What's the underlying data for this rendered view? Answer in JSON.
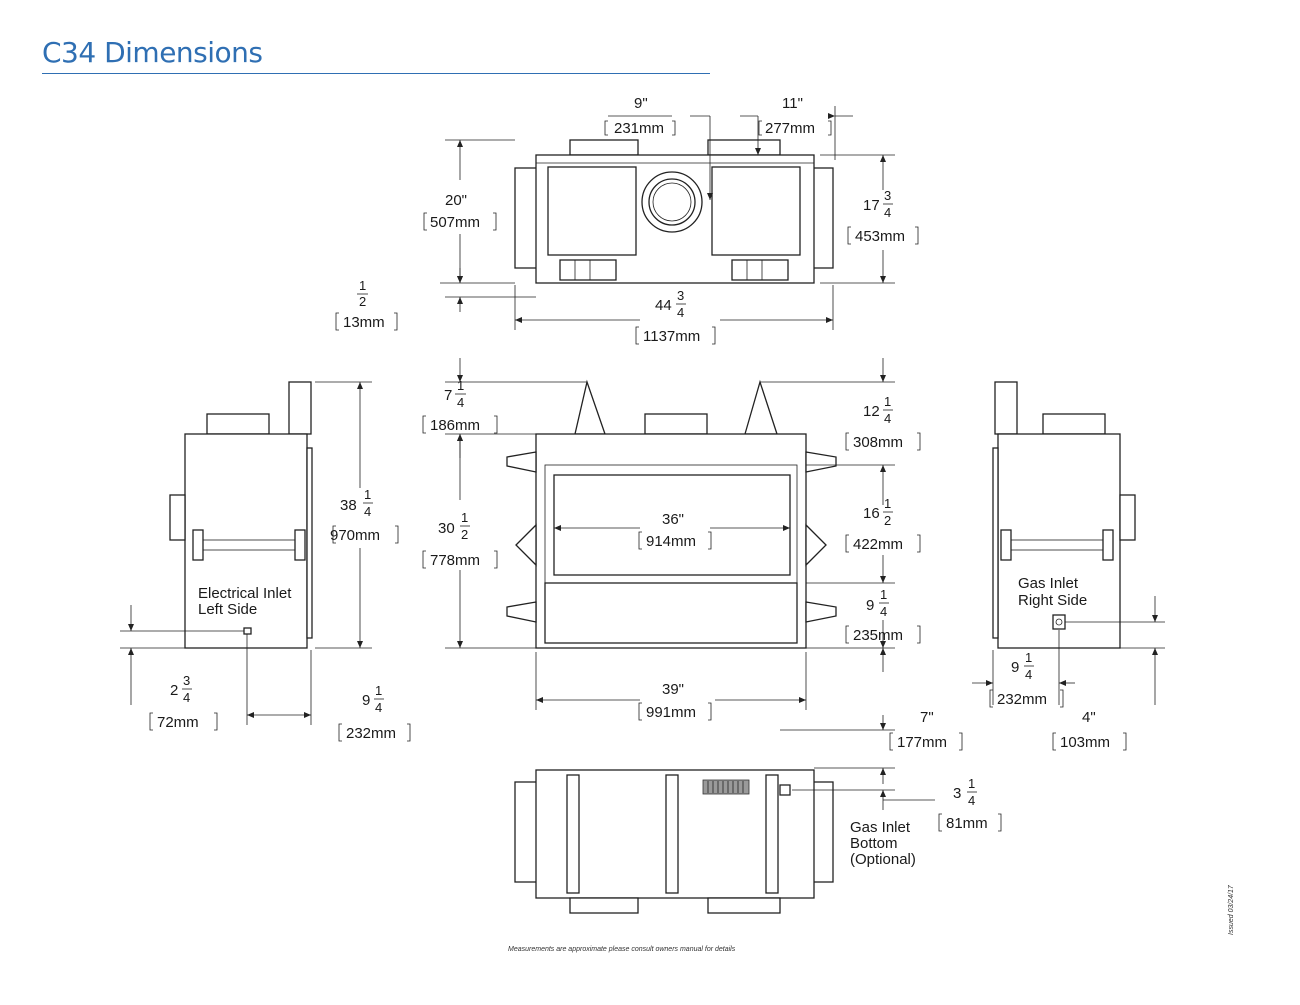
{
  "title": "C34 Dimensions",
  "footnote": "Measurements are approximate please consult owners manual for details",
  "issued": "Issued 03/24/17",
  "dims": {
    "top_9in": "9\"",
    "top_231mm": "231mm",
    "top_11in": "11\"",
    "top_277mm": "277mm",
    "top_20in": "20\"",
    "top_507mm": "507mm",
    "top_17in_whole": "17",
    "top_17in_num": "3",
    "top_17in_den": "4",
    "top_453mm": "453mm",
    "top_half_num": "1",
    "top_half_den": "2",
    "top_13mm": "13mm",
    "top_44_whole": "44",
    "top_44_num": "3",
    "top_44_den": "4",
    "top_1137mm": "1137mm",
    "front_7_whole": "7",
    "front_7_num": "1",
    "front_7_den": "4",
    "front_186mm": "186mm",
    "front_12_whole": "12",
    "front_12_num": "1",
    "front_12_den": "4",
    "front_308mm": "308mm",
    "front_30_whole": "30",
    "front_30_num": "1",
    "front_30_den": "2",
    "front_778mm": "778mm",
    "front_36in": "36\"",
    "front_914mm": "914mm",
    "front_16_whole": "16",
    "front_16_num": "1",
    "front_16_den": "2",
    "front_422mm": "422mm",
    "front_9_whole": "9",
    "front_9_num": "1",
    "front_9_den": "4",
    "front_235mm": "235mm",
    "front_39in": "39\"",
    "front_991mm": "991mm",
    "left_38_whole": "38",
    "left_38_num": "1",
    "left_38_den": "4",
    "left_970mm": "970mm",
    "left_2_whole": "2",
    "left_2_num": "3",
    "left_2_den": "4",
    "left_72mm": "72mm",
    "left_9_whole": "9",
    "left_9_num": "1",
    "left_9_den": "4",
    "left_232mm": "232mm",
    "right_9_whole": "9",
    "right_9_num": "1",
    "right_9_den": "4",
    "right_232mm": "232mm",
    "right_4in": "4\"",
    "right_103mm": "103mm",
    "bottom_7in": "7\"",
    "bottom_177mm": "177mm",
    "bottom_3_whole": "3",
    "bottom_3_num": "1",
    "bottom_3_den": "4",
    "bottom_81mm": "81mm"
  },
  "labels": {
    "electrical_1": "Electrical Inlet",
    "electrical_2": "Left Side",
    "gas_right_1": "Gas Inlet",
    "gas_right_2": "Right Side",
    "gas_bottom_1": "Gas Inlet",
    "gas_bottom_2": "Bottom",
    "gas_bottom_3": "(Optional)"
  }
}
